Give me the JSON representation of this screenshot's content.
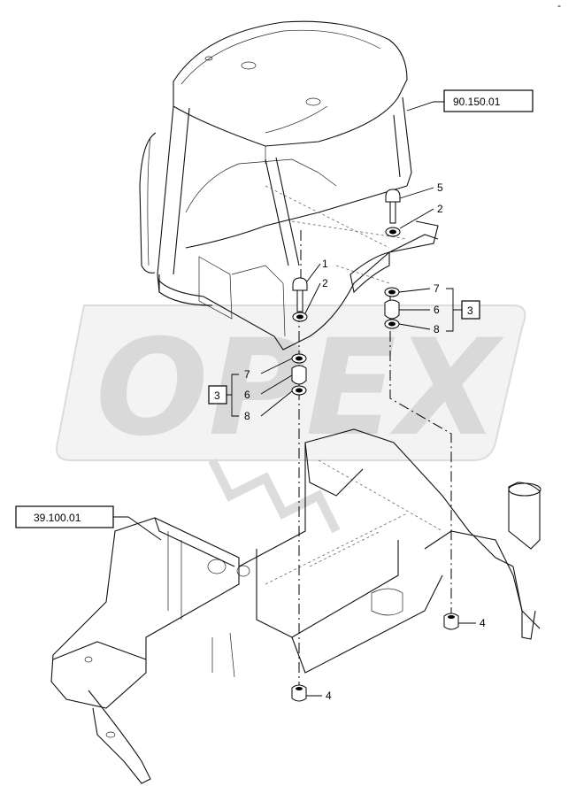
{
  "watermark": {
    "text": "OPEX"
  },
  "references": {
    "cab": "90.150.01",
    "frame": "39.100.01"
  },
  "callouts": {
    "bolt_right": "5",
    "washer_right": "2",
    "bolt_left": "1",
    "washer_left": "2",
    "upper_right_7": "7",
    "upper_right_6": "6",
    "upper_right_8": "8",
    "upper_right_group": "3",
    "lower_left_7": "7",
    "lower_left_6": "6",
    "lower_left_8": "8",
    "lower_left_group": "3",
    "nut_right": "4",
    "nut_left": "4"
  },
  "corner_mark": "-"
}
